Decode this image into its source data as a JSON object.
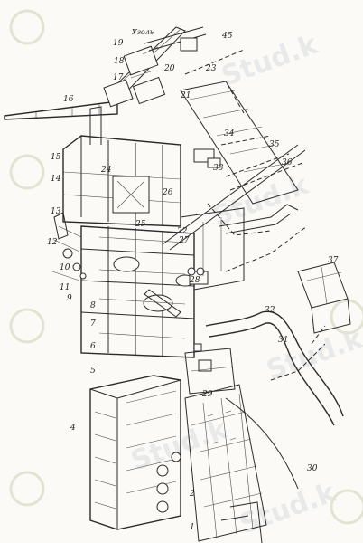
{
  "callouts": [
    "1",
    "2",
    "4",
    "5",
    "6",
    "7",
    "8",
    "9",
    "10",
    "11",
    "12",
    "13",
    "14",
    "15",
    "16",
    "17",
    "18",
    "19",
    "20",
    "21",
    "22",
    "23",
    "24",
    "25",
    "26",
    "27",
    "28",
    "29",
    "30",
    "31",
    "32",
    "33",
    "34",
    "35",
    "36",
    "37",
    "45"
  ],
  "label_ugol": "Уголь",
  "watermark": "Stud.k"
}
